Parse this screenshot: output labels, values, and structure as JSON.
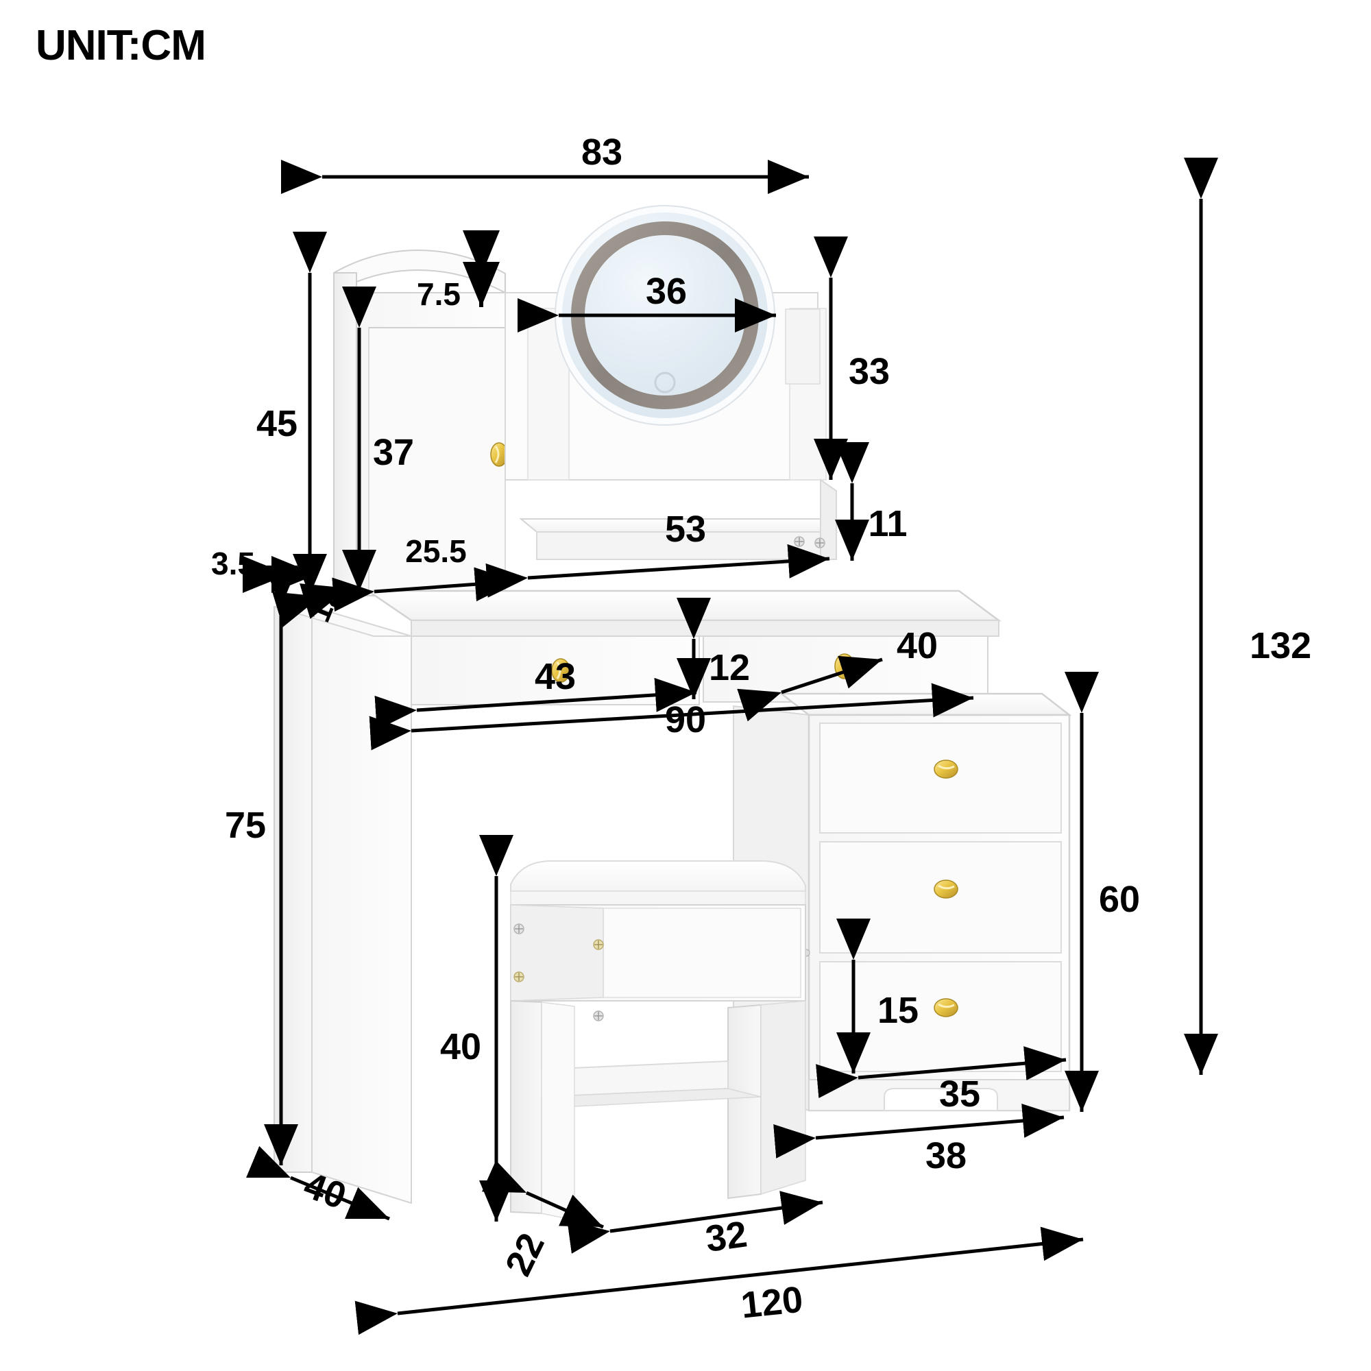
{
  "title": "UNIT:CM",
  "unit": "CM",
  "product": {
    "name": "led-mirror-vanity-dressing-table-set",
    "view": "isometric-dimension-drawing",
    "parts": [
      "side-cabinet-with-door",
      "round-led-mirror",
      "hutch-shelf",
      "desk-top",
      "two-top-drawers",
      "three-drawer-chest",
      "upholstered-stool"
    ]
  },
  "colors": {
    "body": "#ffffff",
    "edge": "#d6d6d6",
    "shade_light": "#fafafa",
    "shade_mid": "#f0f0f0",
    "shade_dark": "#e4e4e4",
    "mirror_glass": "#e6eef4",
    "mirror_ring": "#8d8782",
    "knob_gold": "#e8c445",
    "dimension_line": "#000000",
    "text": "#000000"
  },
  "chart_data": {
    "type": "table",
    "title": "UNIT:CM",
    "units": "cm",
    "categories": [
      "hutch_overall_width",
      "hutch_top_trim_height",
      "mirror_diameter",
      "mirror_panel_height",
      "side_cabinet_total_height",
      "side_cabinet_door_height",
      "top_overhang",
      "side_cabinet_width",
      "desk_depth_edge",
      "open_shelf_width",
      "open_shelf_height",
      "left_drawer_width",
      "drawer_height",
      "desk_width",
      "chest_depth",
      "desk_height",
      "chest_height",
      "chest_drawer_height",
      "chest_drawer_width",
      "chest_total_width",
      "stool_height",
      "desk_side_depth",
      "stool_depth",
      "stool_width",
      "set_total_width",
      "set_total_height"
    ],
    "values": [
      83,
      7.5,
      36,
      33,
      45,
      37,
      3.5,
      25.5,
      12,
      53,
      11,
      43,
      12,
      90,
      40,
      75,
      60,
      15,
      35,
      38,
      40,
      40,
      22,
      32,
      120,
      132
    ],
    "xlabel": "",
    "ylabel": "",
    "grid": false,
    "legend": "none"
  },
  "dimensions": {
    "d83": {
      "value": "83",
      "desc": "hutch overall width"
    },
    "d75": {
      "value": "7.5",
      "desc": "hutch top trim height"
    },
    "d36": {
      "value": "36",
      "desc": "mirror diameter"
    },
    "d33": {
      "value": "33",
      "desc": "mirror panel height"
    },
    "d45": {
      "value": "45",
      "desc": "side cabinet total height"
    },
    "d37": {
      "value": "37",
      "desc": "side cabinet door height"
    },
    "d35a": {
      "value": "3.5",
      "desc": "top overhang"
    },
    "d255": {
      "value": "25.5",
      "desc": "side cabinet width"
    },
    "d12a": {
      "value": "12",
      "desc": "desk top depth edge"
    },
    "d53": {
      "value": "53",
      "desc": "open shelf width"
    },
    "d11": {
      "value": "11",
      "desc": "open shelf height"
    },
    "d43": {
      "value": "43",
      "desc": "left drawer width"
    },
    "d12b": {
      "value": "12",
      "desc": "drawer height"
    },
    "d90": {
      "value": "90",
      "desc": "desk width"
    },
    "d40a": {
      "value": "40",
      "desc": "chest depth"
    },
    "d75b": {
      "value": "75",
      "desc": "desk height"
    },
    "d60": {
      "value": "60",
      "desc": "chest height"
    },
    "d15": {
      "value": "15",
      "desc": "chest drawer height"
    },
    "d35b": {
      "value": "35",
      "desc": "chest drawer width"
    },
    "d38": {
      "value": "38",
      "desc": "chest total width"
    },
    "d40b": {
      "value": "40",
      "desc": "stool height"
    },
    "d40c": {
      "value": "40",
      "desc": "desk side depth"
    },
    "d22": {
      "value": "22",
      "desc": "stool depth"
    },
    "d32": {
      "value": "32",
      "desc": "stool width"
    },
    "d120": {
      "value": "120",
      "desc": "set total width"
    },
    "d132": {
      "value": "132",
      "desc": "set total height"
    }
  }
}
